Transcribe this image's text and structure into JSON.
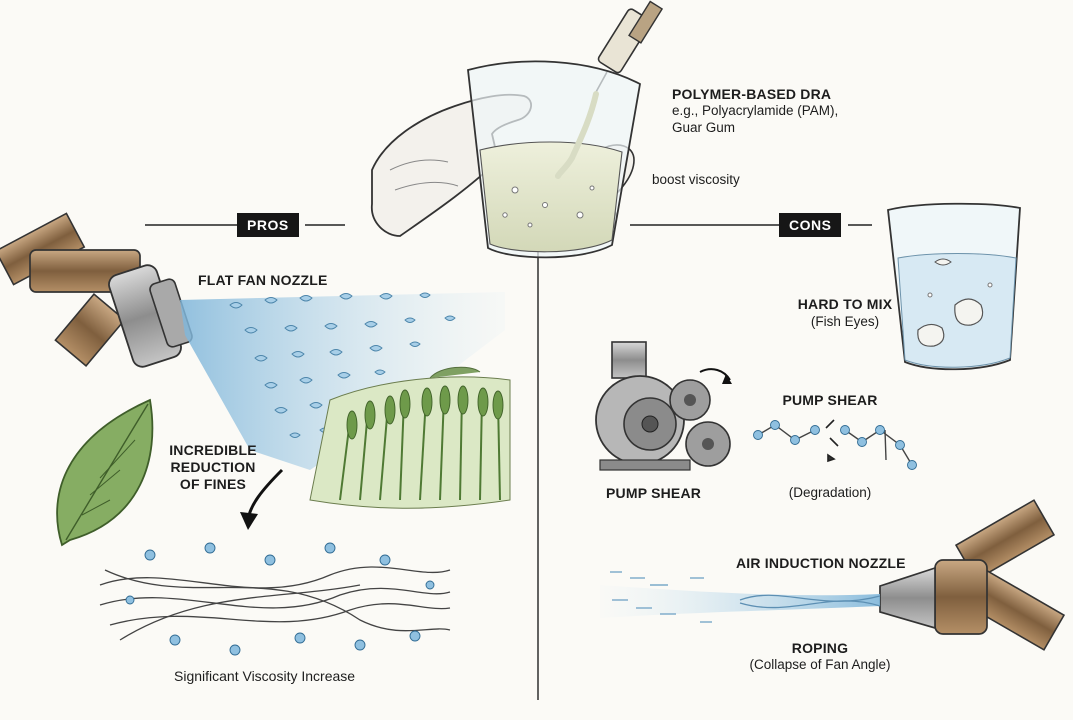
{
  "dra": {
    "title": "POLYMER-BASED DRA",
    "examples_line1": "e.g., Polyacrylamide (PAM),",
    "examples_line2": "Guar Gum",
    "note": "boost viscosity"
  },
  "pros": {
    "tag": "PROS",
    "nozzle_label": "FLAT FAN NOZZLE",
    "reduction_line1": "INCREDIBLE",
    "reduction_line2": "REDUCTION",
    "reduction_line3": "OF FINES",
    "viscosity_label": "Significant Viscosity Increase"
  },
  "cons": {
    "tag": "CONS",
    "mix_label": "HARD TO MIX",
    "mix_sub": "(Fish Eyes)",
    "pump_label": "PUMP SHEAR",
    "chain_label": "PUMP SHEAR",
    "chain_sub": "(Degradation)",
    "air_label": "AIR INDUCTION NOZZLE",
    "roping_label": "ROPING",
    "roping_sub": "(Collapse of Fan Angle)"
  },
  "colors": {
    "ink": "#1d1d1d",
    "tag_bg": "#161616",
    "spray": "#9cc7e2",
    "leaf": "#7aa35a",
    "metal": "#8f8f8f",
    "bronze": "#8a6a46",
    "molecule": "#6fa9cf"
  }
}
